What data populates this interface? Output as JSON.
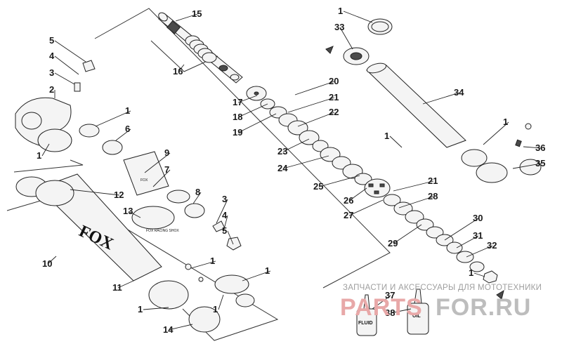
{
  "watermark": {
    "caption": "ЗАПЧАСТИ И АКСЕССУАРЫ ДЛЯ МОТОТЕХНИКИ",
    "brand_left": "PARTS",
    "brand_right": "FOR.RU",
    "colors": {
      "left": "#e8a8a8",
      "right": "#bdbdbd",
      "caption": "#9e9e9e"
    }
  },
  "product_marks": {
    "logo": "FOX",
    "fluid_bottle": "FLUID",
    "oil_bottle": "OIL",
    "sleeve_text": "FOX",
    "ring_text": "FOX RACING SHOX"
  },
  "callouts": [
    {
      "label": "15"
    },
    {
      "label": "16"
    },
    {
      "label": "1"
    },
    {
      "label": "33"
    },
    {
      "label": "5"
    },
    {
      "label": "4"
    },
    {
      "label": "3"
    },
    {
      "label": "2"
    },
    {
      "label": "20"
    },
    {
      "label": "17"
    },
    {
      "label": "21"
    },
    {
      "label": "18"
    },
    {
      "label": "22"
    },
    {
      "label": "19"
    },
    {
      "label": "34"
    },
    {
      "label": "1"
    },
    {
      "label": "6"
    },
    {
      "label": "1"
    },
    {
      "label": "36"
    },
    {
      "label": "9"
    },
    {
      "label": "23"
    },
    {
      "label": "1"
    },
    {
      "label": "35"
    },
    {
      "label": "7"
    },
    {
      "label": "24"
    },
    {
      "label": "1"
    },
    {
      "label": "12"
    },
    {
      "label": "8"
    },
    {
      "label": "25"
    },
    {
      "label": "21"
    },
    {
      "label": "26"
    },
    {
      "label": "28"
    },
    {
      "label": "3"
    },
    {
      "label": "13"
    },
    {
      "label": "27"
    },
    {
      "label": "4"
    },
    {
      "label": "30"
    },
    {
      "label": "5"
    },
    {
      "label": "31"
    },
    {
      "label": "29"
    },
    {
      "label": "32"
    },
    {
      "label": "10"
    },
    {
      "label": "1"
    },
    {
      "label": "1"
    },
    {
      "label": "1"
    },
    {
      "label": "11"
    },
    {
      "label": "37"
    },
    {
      "label": "38"
    },
    {
      "label": "1"
    },
    {
      "label": "14"
    },
    {
      "label": "1"
    }
  ]
}
